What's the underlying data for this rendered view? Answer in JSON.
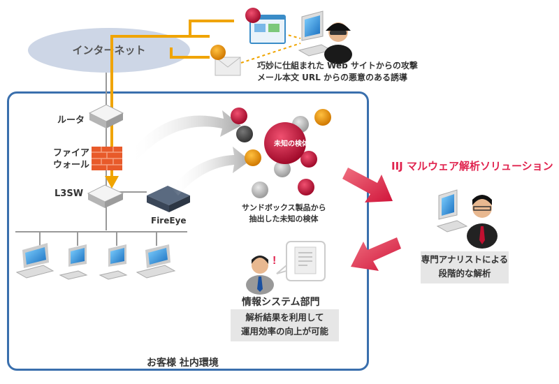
{
  "internet": {
    "label": "インターネット"
  },
  "attack": {
    "lines": [
      "巧妙に仕組まれた Web サイトからの攻撃",
      "メール本文 URL からの悪意のある誘導"
    ]
  },
  "network": {
    "router": "ルータ",
    "firewall_line1": "ファイア",
    "firewall_line2": "ウォール",
    "l3sw": "L3SW",
    "fireeye": "FireEye"
  },
  "malware": {
    "center_label": "未知の検体",
    "caption_line1": "サンドボックス製品から",
    "caption_line2": "抽出した未知の検体"
  },
  "iij": {
    "title": "IIJ マルウェア解析ソリューション",
    "analyst_line1": "専門アナリストによる",
    "analyst_line2": "段階的な解析"
  },
  "it_dept": {
    "title": "情報システム部門",
    "caption_line1": "解析結果を利用して",
    "caption_line2": "運用効率の向上が可能"
  },
  "environment": {
    "label": "お客様 社内環境"
  },
  "colors": {
    "attack_path": "#f0a400",
    "env_border": "#3a6fad",
    "iij_accent": "#e0234e",
    "cloud": "#cdd6e6"
  }
}
